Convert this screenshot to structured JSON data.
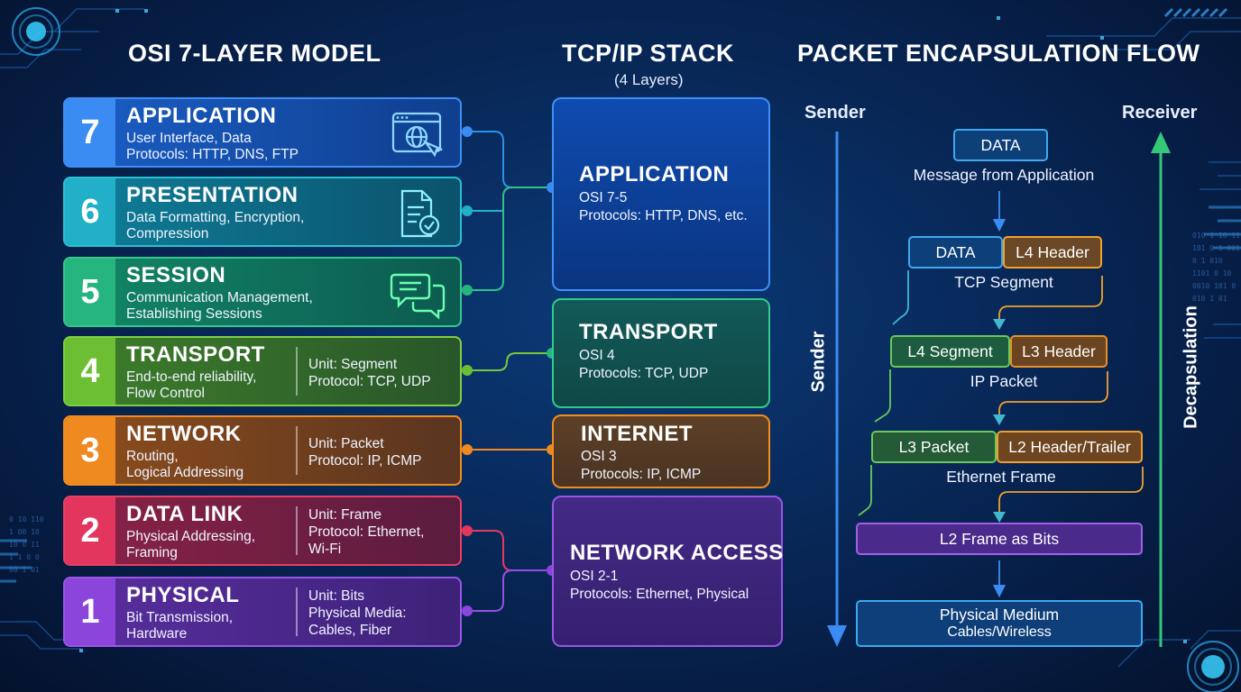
{
  "headings": {
    "osi": "OSI 7-LAYER MODEL",
    "tcpip": "TCP/IP STACK",
    "tcpip_sub": "(4 Layers)",
    "encap": "PACKET ENCAPSULATION FLOW"
  },
  "osi_layers": [
    {
      "num": "7",
      "title": "APPLICATION",
      "desc": [
        "User Interface, Data",
        "Protocols: HTTP, DNS, FTP"
      ],
      "unit": [],
      "icon": "browser-globe-icon"
    },
    {
      "num": "6",
      "title": "PRESENTATION",
      "desc": [
        "Data Formatting, Encryption,",
        "Compression"
      ],
      "unit": [],
      "icon": "document-check-icon"
    },
    {
      "num": "5",
      "title": "SESSION",
      "desc": [
        "Communication Management,",
        "Establishing Sessions"
      ],
      "unit": [],
      "icon": "chat-bubbles-icon"
    },
    {
      "num": "4",
      "title": "TRANSPORT",
      "desc": [
        "End-to-end reliability,",
        "Flow Control"
      ],
      "unit": [
        "Unit: Segment",
        "Protocol: TCP, UDP"
      ]
    },
    {
      "num": "3",
      "title": "NETWORK",
      "desc": [
        "Routing,",
        "Logical Addressing"
      ],
      "unit": [
        "Unit: Packet",
        "Protocol: IP, ICMP"
      ]
    },
    {
      "num": "2",
      "title": "DATA LINK",
      "desc": [
        "Physical Addressing,",
        "Framing"
      ],
      "unit": [
        "Unit: Frame",
        "Protocol: Ethernet,",
        "Wi-Fi"
      ]
    },
    {
      "num": "1",
      "title": "PHYSICAL",
      "desc": [
        "Bit Transmission,",
        "Hardware"
      ],
      "unit": [
        "Unit: Bits",
        "Physical Media:",
        "Cables, Fiber"
      ]
    }
  ],
  "tcpip_layers": [
    {
      "title": "APPLICATION",
      "desc": [
        "OSI 7-5",
        "Protocols: HTTP, DNS, etc."
      ]
    },
    {
      "title": "TRANSPORT",
      "desc": [
        "OSI 4",
        "Protocols: TCP, UDP"
      ]
    },
    {
      "title": "INTERNET",
      "desc": [
        "OSI 3",
        "Protocols: IP, ICMP"
      ]
    },
    {
      "title": "NETWORK ACCESS",
      "desc": [
        "OSI 2-1",
        "Protocols: Ethernet, Physical"
      ]
    }
  ],
  "encap": {
    "sender_label": "Sender",
    "receiver_label": "Receiver",
    "sender_vertical": "Sender",
    "decap_vertical": "Decapsulation",
    "data": "DATA",
    "data_caption": "Message from Application",
    "seg_data": "DATA",
    "l4_header": "L4 Header",
    "tcp_segment": "TCP Segment",
    "l4_segment": "L4 Segment",
    "l3_header": "L3 Header",
    "ip_packet": "IP Packet",
    "l3_packet": "L3 Packet",
    "l2_header": "L2 Header/Trailer",
    "ethernet_frame": "Ethernet Frame",
    "bits": "L2 Frame as Bits",
    "medium": "Physical Medium",
    "medium_sub": "Cables/Wireless"
  },
  "decor": {
    "binary_left": [
      "0 10 110",
      "1 00 10",
      "10 0 11",
      "1 1 0 0",
      "00 1 01"
    ],
    "binary_right": [
      "010 1 10 11",
      "101 0 1 001",
      "0 1 010",
      "1101 0 10",
      "0010 101 0",
      "010 1 01"
    ]
  },
  "colors": {
    "l7": "#3a8cf2",
    "l6": "#21b0c8",
    "l5": "#27b57f",
    "l4": "#6cbf33",
    "l3": "#ee8a1f",
    "l2": "#e2365f",
    "l1": "#8b45db",
    "sender_arrow": "#3a8cf2",
    "receiver_arrow": "#34c77a"
  }
}
